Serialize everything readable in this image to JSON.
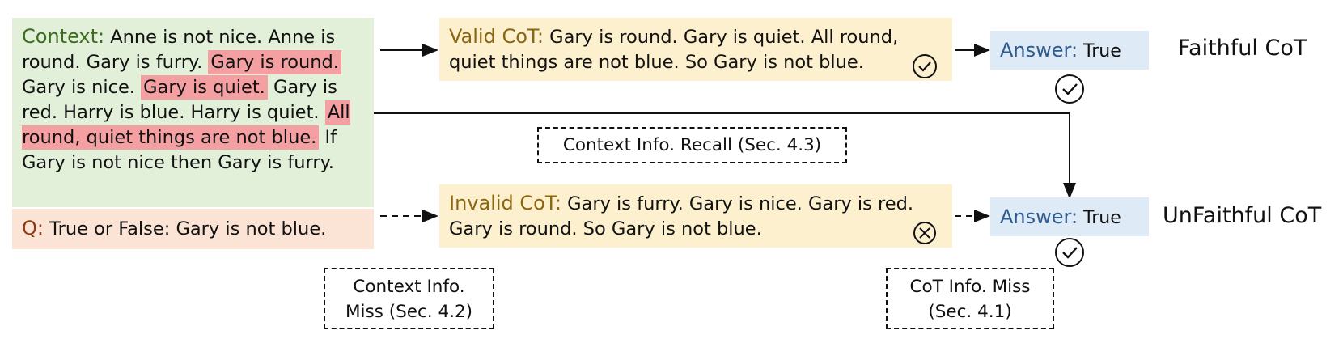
{
  "context": {
    "label": "Context:",
    "seg1": " Anne is not nice. Anne is round. Gary is furry. ",
    "hl1": "Gary is round.",
    "seg2": " Gary is nice. ",
    "hl2": "Gary is quiet.",
    "seg3": " Gary is red. Harry is blue. Harry is quiet. ",
    "hl3": "All round, quiet things are not blue.",
    "seg4": " If Gary is not nice then Gary is furry."
  },
  "question": {
    "label": "Q:",
    "text": " True or False: Gary is not blue."
  },
  "valid_cot": {
    "label": "Valid CoT:",
    "text": " Gary is round. Gary is quiet. All round, quiet things are not blue. So Gary is not blue."
  },
  "invalid_cot": {
    "label": "Invalid CoT:",
    "text": " Gary is furry. Gary is nice. Gary is red. Gary is round. So Gary is not blue."
  },
  "answer_top": {
    "label": "Answer:",
    "value": " True"
  },
  "answer_bottom": {
    "label": "Answer:",
    "value": " True"
  },
  "tags": {
    "faithful": "Faithful CoT",
    "unfaithful": "UnFaithful CoT"
  },
  "notes": {
    "recall": "Context Info. Recall (Sec. 4.3)",
    "context_miss_1": "Context Info.",
    "context_miss_2": "Miss (Sec. 4.2)",
    "cot_miss_1": "CoT Info. Miss",
    "cot_miss_2": "(Sec. 4.1)"
  },
  "icons": {
    "valid": "check-circle",
    "invalid": "x-circle",
    "answer_top": "check-circle",
    "answer_bottom": "check-circle"
  }
}
